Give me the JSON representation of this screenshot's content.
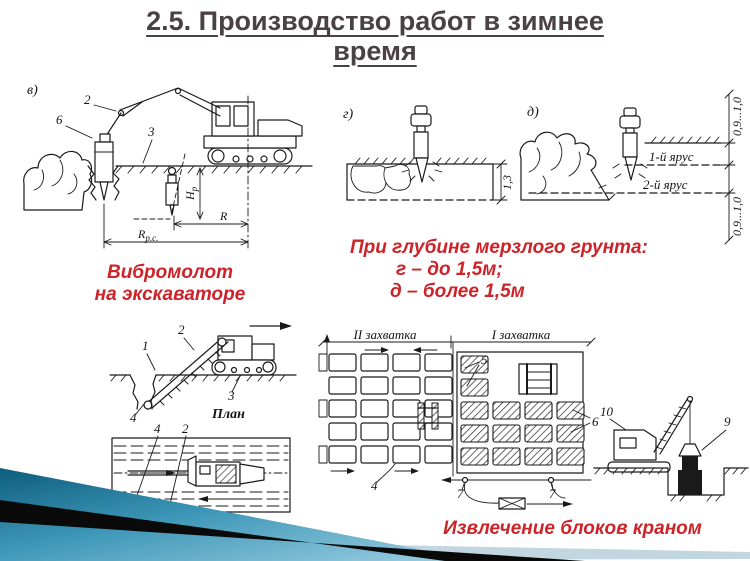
{
  "title": {
    "line1": "2.5. Производство работ в зимнее",
    "line2": "время"
  },
  "captions": {
    "vibro_line1": "Вибромолот",
    "vibro_line2": "на экскаваторе",
    "depth_line1": "При глубине мерзлого грунта:",
    "depth_line2": "г – до 1,5м;",
    "depth_line3": "д – более 1,5м",
    "extract": "Извлечение блоков краном"
  },
  "diagram_v": {
    "label": "в)",
    "c2": "2",
    "c6": "6",
    "c3": "3",
    "dim_h_main": "H",
    "dim_h_sub": "р",
    "dim_r": "R",
    "dim_rpc_main": "R",
    "dim_rpc_sub": "р.с."
  },
  "diagram_g": {
    "label": "г)",
    "dim": "1,3"
  },
  "diagram_d": {
    "label": "д)",
    "tier1": "1-й ярус",
    "tier2": "2-й ярус",
    "dim_top": "0,9...1,0",
    "dim_bottom": "0,9...1,0"
  },
  "diagram_bar": {
    "c1": "1",
    "c2": "2",
    "c3": "3",
    "c4": "4",
    "plan": "План",
    "plan_c4": "4",
    "plan_c2": "2"
  },
  "diagram_blocks": {
    "zone2": "II захватка",
    "zone1": "I захватка",
    "c5": "5",
    "c6": "6",
    "c4": "4",
    "c7a": "7",
    "c7b": "7"
  },
  "diagram_crane": {
    "c10": "10",
    "c9": "9"
  },
  "colors": {
    "title": "#4a4145",
    "red": "#cd2329",
    "ink": "#1a1a1a",
    "teal_dark": "#0d5d7d",
    "teal_light": "#9fd0e2",
    "pale_stripe": "#c2d6e0",
    "black_stripe": "#0a0a0a"
  }
}
